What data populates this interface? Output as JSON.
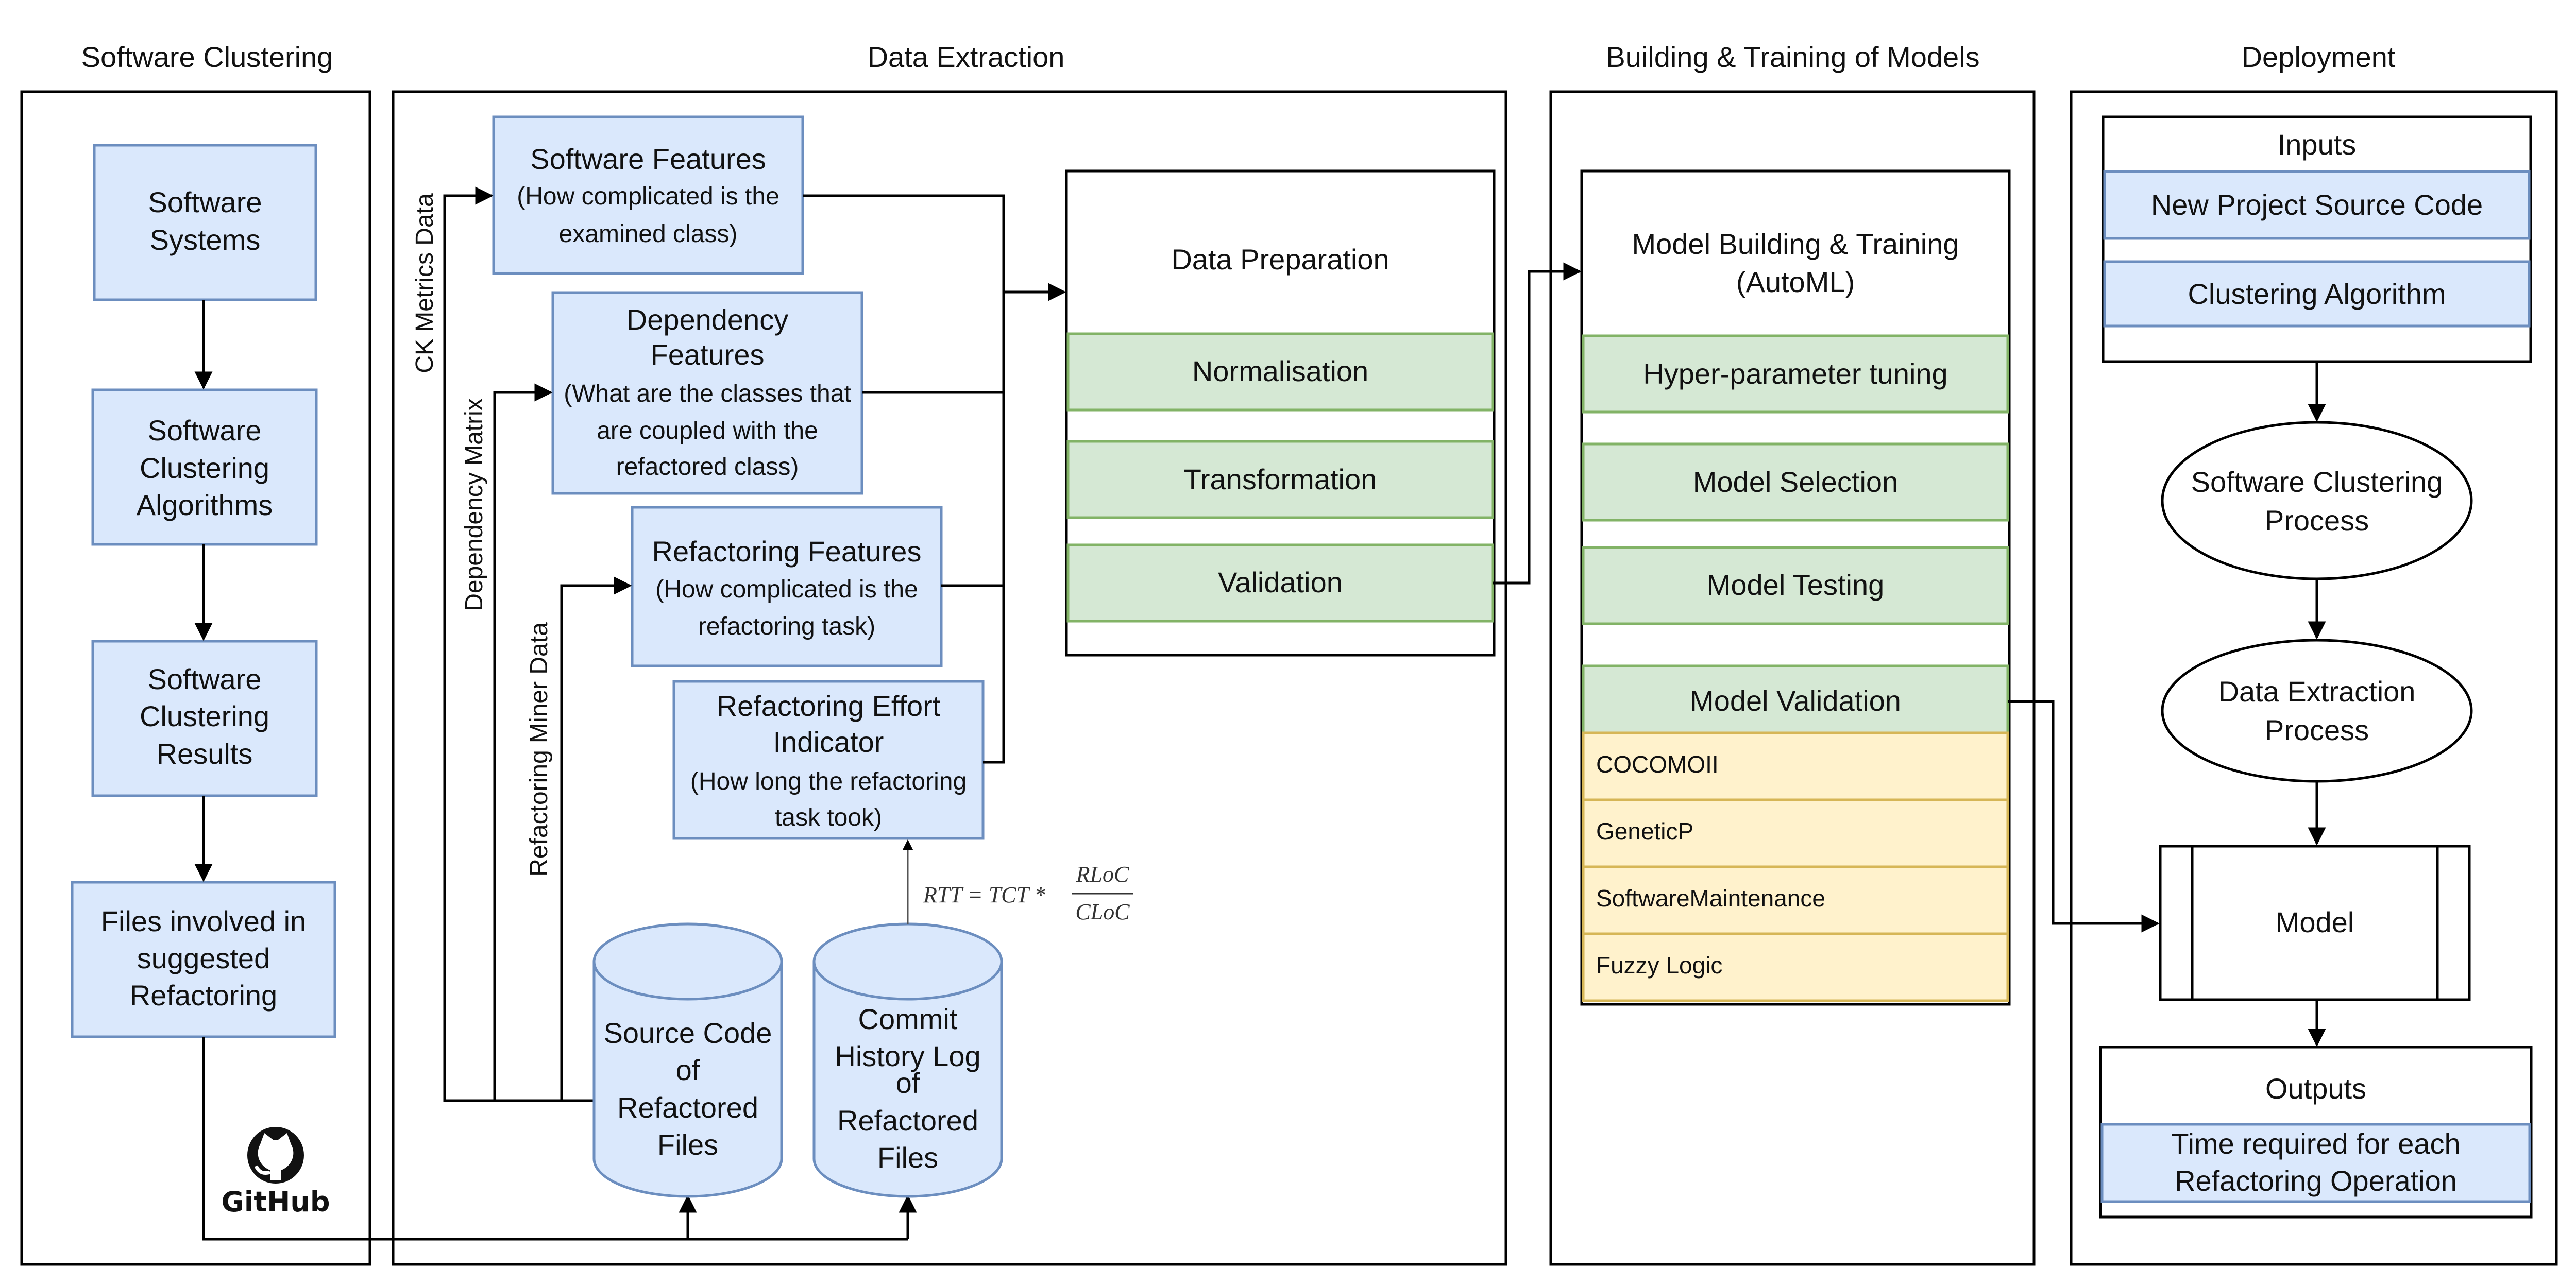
{
  "colors": {
    "blue_fill": "#dae8fc",
    "blue_stroke": "#6c8ebf",
    "green_fill": "#d5e8d4",
    "green_stroke": "#82b366",
    "yellow_fill": "#fff2cc",
    "yellow_stroke": "#d6b656",
    "line": "#000000"
  },
  "panels": {
    "software_clustering": {
      "title": "Software Clustering"
    },
    "data_extraction": {
      "title": "Data Extraction"
    },
    "building_training": {
      "title": "Building & Training of Models"
    },
    "deployment": {
      "title": "Deployment"
    }
  },
  "clustering": {
    "systems": [
      "Software",
      "Systems"
    ],
    "algorithms": [
      "Software",
      "Clustering",
      "Algorithms"
    ],
    "results": [
      "Software",
      "Clustering",
      "Results"
    ],
    "files": [
      "Files involved in",
      "suggested",
      "Refactoring"
    ],
    "github_label": "GitHub"
  },
  "extraction": {
    "software_features": {
      "title": "Software Features",
      "desc": [
        "(How complicated is the",
        "examined class)"
      ]
    },
    "dependency_features": {
      "title": [
        "Dependency",
        "Features"
      ],
      "desc": [
        "(What are the classes that",
        "are coupled with the",
        "refactored class)"
      ]
    },
    "refactoring_features": {
      "title": "Refactoring Features",
      "desc": [
        "(How complicated is the",
        "refactoring task)"
      ]
    },
    "effort_indicator": {
      "title": [
        "Refactoring Effort",
        "Indicator"
      ],
      "desc": [
        "(How long the refactoring",
        "task took)"
      ]
    },
    "ck_metrics": "CK Metrics Data",
    "dependency_matrix": "Dependency Matrix",
    "refactoring_miner": "Refactoring Miner Data",
    "source_code_db": [
      "Source Code",
      "of",
      "Refactored",
      "Files"
    ],
    "commit_history_db": [
      "Commit",
      "History Log",
      "of",
      "Refactored",
      "Files"
    ],
    "formula": {
      "lhs": "RTT = TCT *",
      "numerator": "RLoC",
      "denominator": "CLoC"
    },
    "data_preparation": {
      "title": "Data Preparation",
      "steps": [
        "Normalisation",
        "Transformation",
        "Validation"
      ]
    }
  },
  "training": {
    "title": [
      "Model Building & Training",
      "(AutoML)"
    ],
    "steps": [
      "Hyper-parameter tuning",
      "Model Selection",
      "Model Testing",
      "Model Validation"
    ],
    "validation_models": [
      "COCOMOII",
      "GeneticP",
      "SoftwareMaintenance",
      "Fuzzy Logic"
    ]
  },
  "deployment": {
    "inputs": {
      "title": "Inputs",
      "items": [
        "New Project Source Code",
        "Clustering Algorithm"
      ]
    },
    "clustering_process": [
      "Software Clustering",
      "Process"
    ],
    "extraction_process": [
      "Data Extraction",
      "Process"
    ],
    "model": "Model",
    "outputs": {
      "title": "Outputs",
      "items": [
        "Time required for each",
        "Refactoring Operation"
      ]
    }
  }
}
